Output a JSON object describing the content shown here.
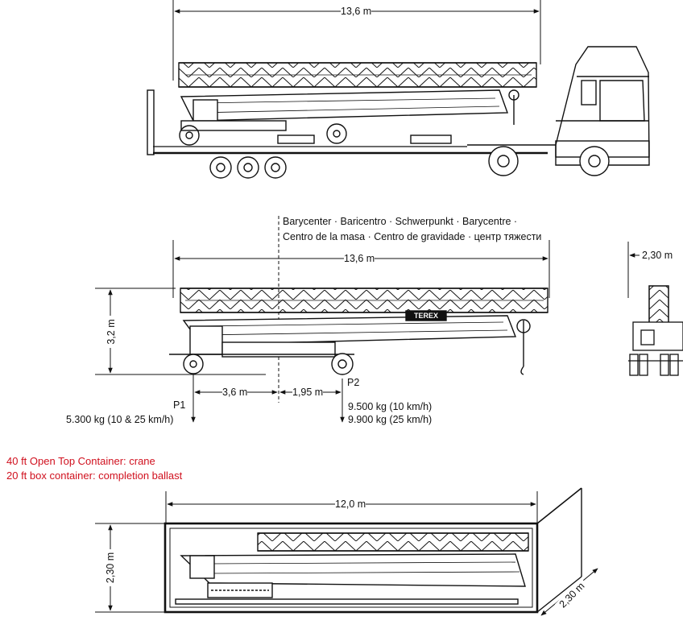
{
  "colors": {
    "ink": "#111111",
    "accent_red": "#d0101e",
    "background": "#ffffff"
  },
  "truck_view": {
    "length_label": "13,6 m"
  },
  "transport_view": {
    "barycenter_line1": "Barycenter · Baricentro · Schwerpunkt · Barycentre ·",
    "barycenter_line2": "Centro de la masa · Centro de gravidade · центр тяжести",
    "length_label": "13,6 m",
    "height_label": "3,2 m",
    "p1_distance": "3,6 m",
    "p2_distance": "1,95 m",
    "p1_name": "P1",
    "p1_load": "5.300 kg (10 & 25 km/h)",
    "p2_name": "P2",
    "p2_load_10": "9.500 kg (10 km/h)",
    "p2_load_25": "9.900 kg (25 km/h)",
    "logo_text": "TEREX"
  },
  "front_view": {
    "width_label": "2,30 m"
  },
  "container_notes": {
    "line1": "40 ft Open Top Container: crane",
    "line2": "20 ft box container: completion ballast"
  },
  "container_view": {
    "length_label": "12,0 m",
    "height_label": "2,30 m",
    "depth_label": "2,30 m"
  }
}
